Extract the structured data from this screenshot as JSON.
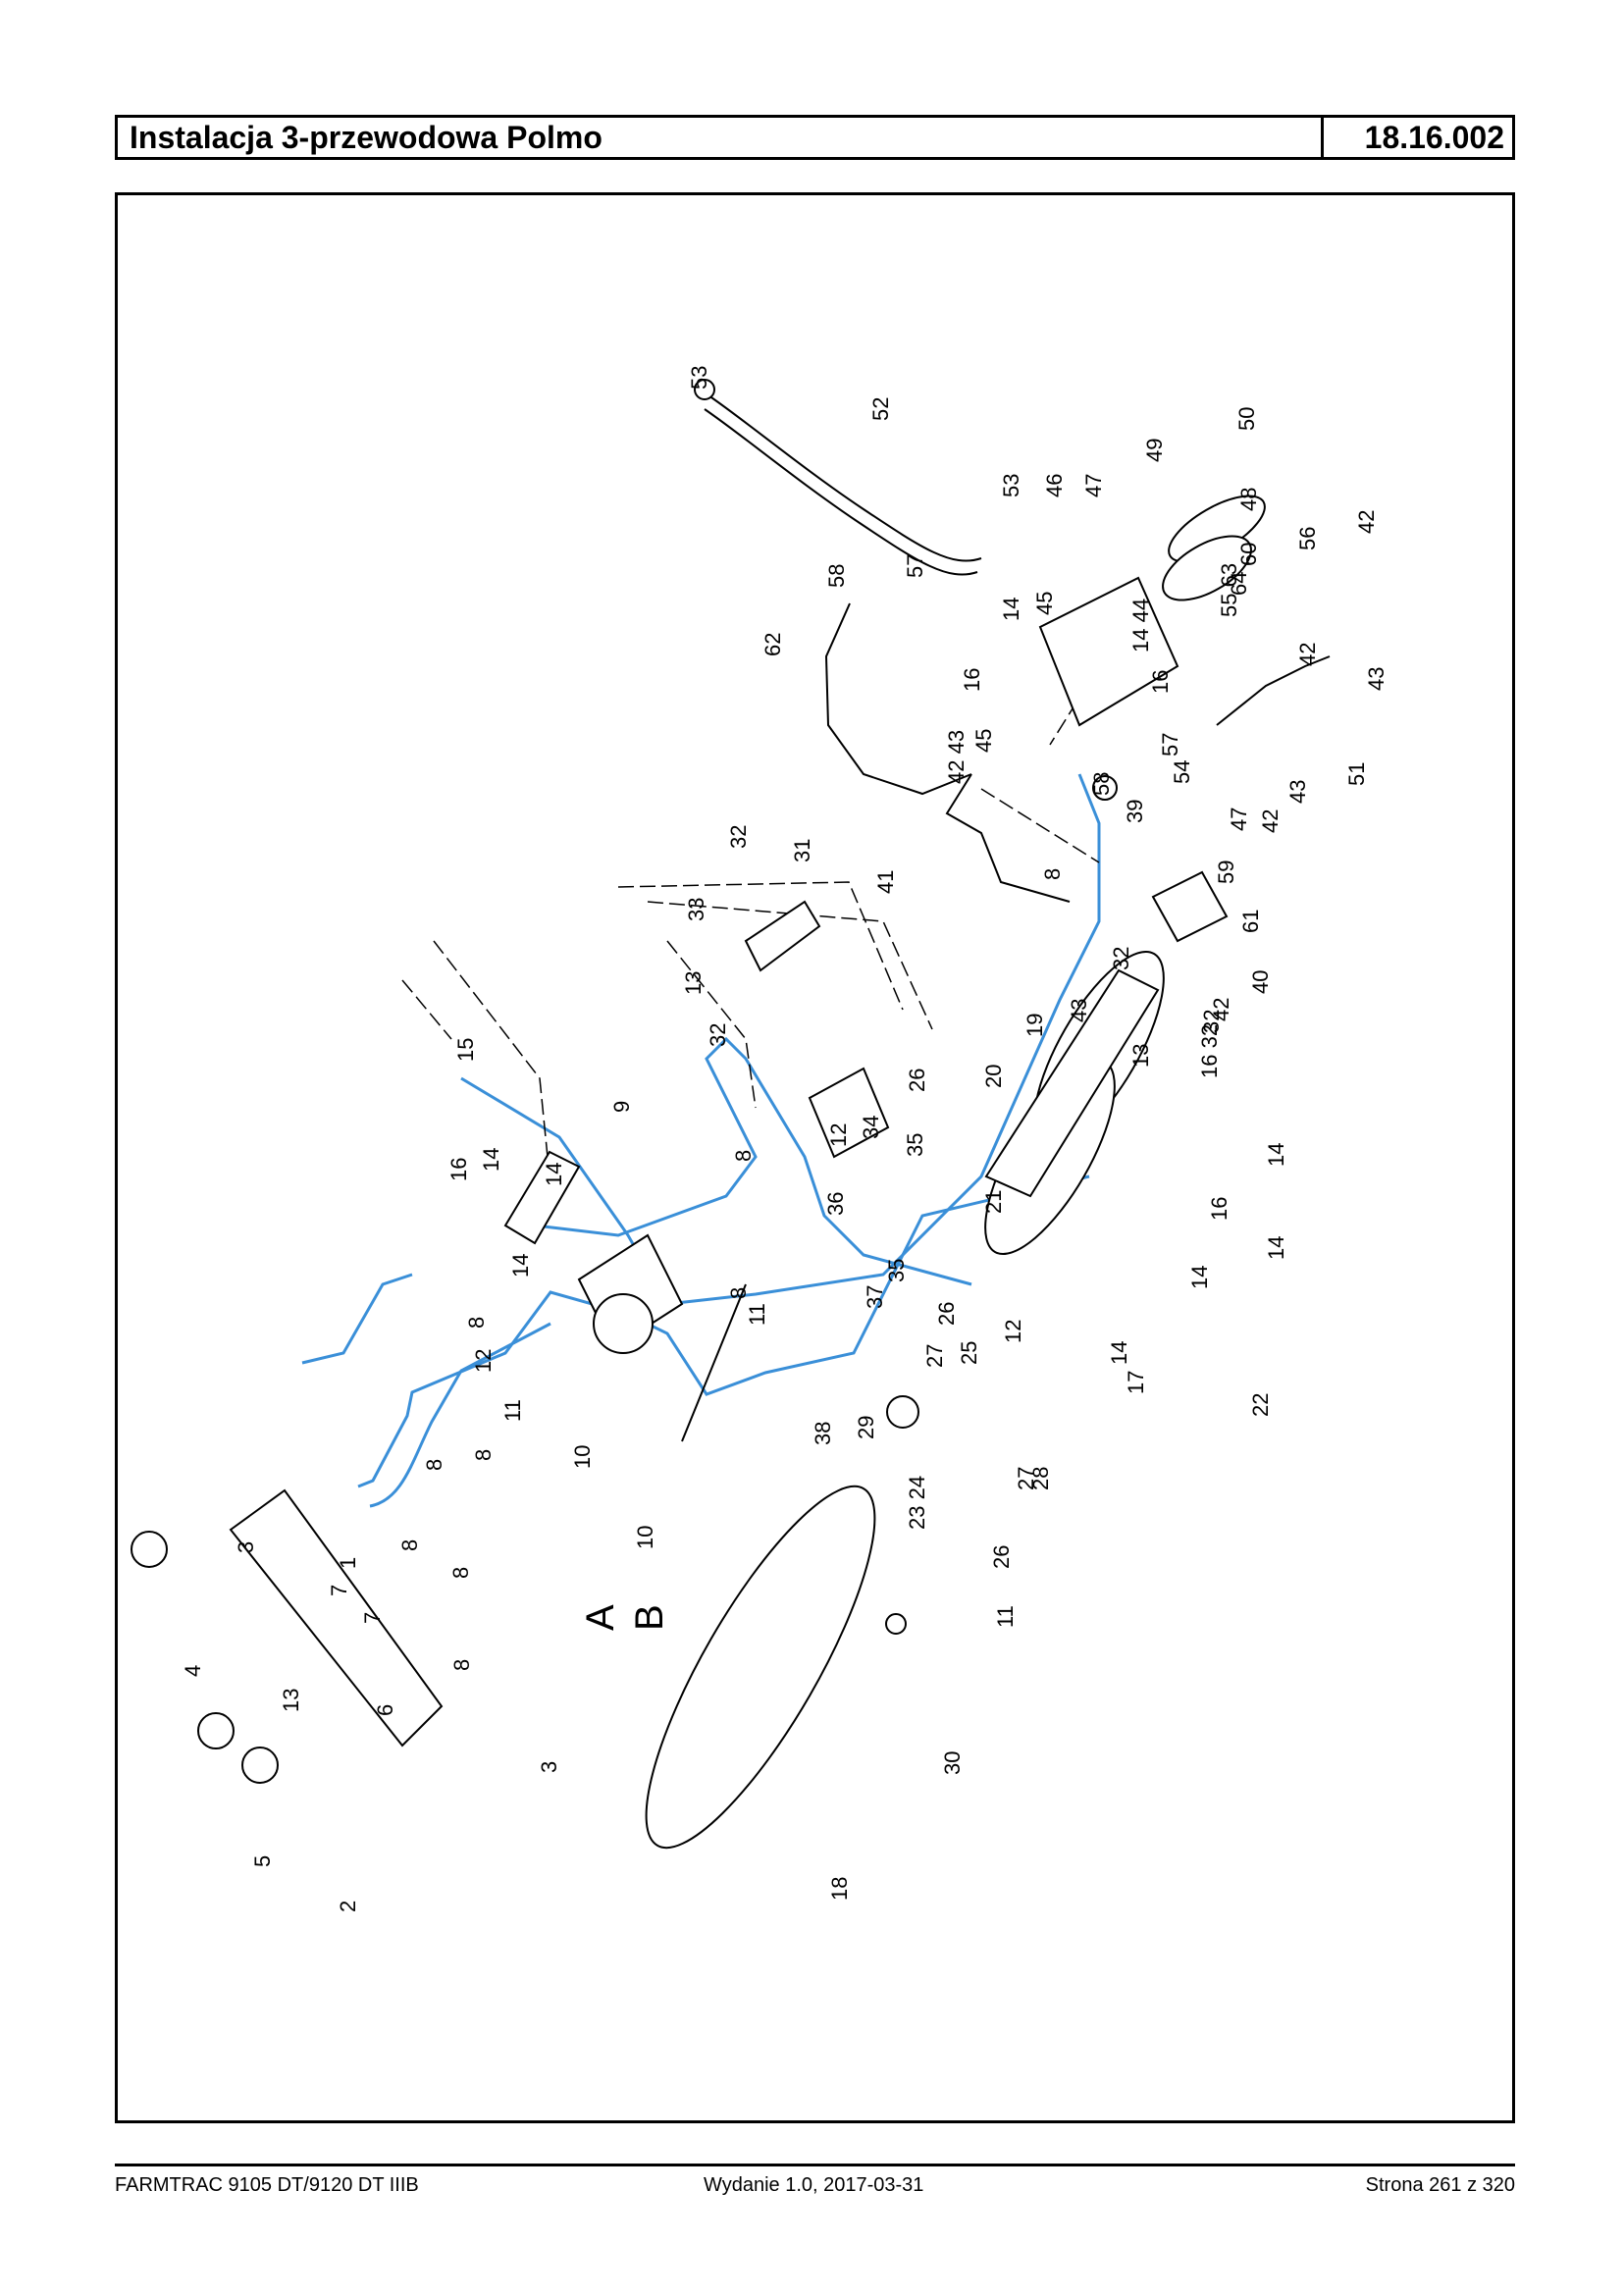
{
  "header": {
    "title": "Instalacja 3-przewodowa Polmo",
    "code": "18.16.002"
  },
  "footer": {
    "model": "FARMTRAC 9105 DT/9120 DT IIIB",
    "edition": "Wydanie 1.0,  2017-03-31",
    "page": "Strona 261 z 320"
  },
  "diagram": {
    "part_numbers": [
      "1",
      "2",
      "3",
      "4",
      "5",
      "6",
      "7",
      "8",
      "9",
      "10",
      "11",
      "12",
      "13",
      "14",
      "15",
      "16",
      "17",
      "18",
      "19",
      "20",
      "21",
      "22",
      "23",
      "24",
      "25",
      "26",
      "27",
      "28",
      "29",
      "30",
      "31",
      "32",
      "33",
      "34",
      "35",
      "36",
      "37",
      "38",
      "39",
      "40",
      "41",
      "42",
      "43",
      "44",
      "45",
      "46",
      "47",
      "48",
      "49",
      "50",
      "51",
      "52",
      "53",
      "54",
      "55",
      "56",
      "57",
      "58",
      "59",
      "60",
      "61",
      "62",
      "63",
      "64"
    ],
    "line_markers": {
      "a": "A",
      "b": "B"
    },
    "callouts": {
      "c53a": "53",
      "c52": "52",
      "c53b": "53",
      "c46": "46",
      "c47a": "47",
      "c49": "49",
      "c50": "50",
      "c48": "48",
      "c60": "60",
      "c64": "64",
      "c5563": "55 63",
      "c56": "56",
      "c42a": "42",
      "c42b": "42",
      "c43a": "43",
      "c58a": "58",
      "c57a": "57",
      "c62": "62",
      "c14a": "14",
      "c45a": "45",
      "c1444": "14 44",
      "c16a": "16",
      "c16b": "16",
      "c4243": "42 43",
      "c45b": "45",
      "c57b": "57",
      "c58b": "58",
      "c54": "54",
      "c47b": "47",
      "c42c": "42",
      "c43b": "43",
      "c51": "51",
      "c39": "39",
      "c8a": "8",
      "c59": "59",
      "c61": "61",
      "c41": "41",
      "c32a": "32",
      "c40": "40",
      "c42d": "42",
      "c43c": "43",
      "c32b": "32",
      "c1632": "16 32",
      "c13a": "13",
      "c33": "33",
      "c32c": "32",
      "c31": "31",
      "c13b": "13",
      "c32d": "32",
      "c19": "19",
      "c20": "20",
      "c21": "21",
      "c14b": "14",
      "c16c": "16",
      "c14c": "14",
      "c14d": "14",
      "c17": "17",
      "c14e": "14",
      "c22": "22",
      "c15": "15",
      "c14f": "14",
      "c9": "9",
      "c16d": "16",
      "c14g": "14",
      "c14h": "14",
      "c26a": "26",
      "c35a": "35",
      "c34": "34",
      "c36": "36",
      "c8b": "8",
      "c12a": "12",
      "c35b": "35",
      "c37": "37",
      "c8c": "8",
      "c11a": "11",
      "c26b": "26",
      "c8d": "8",
      "c12b": "12",
      "c11b": "11",
      "c8e": "8",
      "c10a": "10",
      "c10b": "10",
      "c8f": "8",
      "c8g": "8",
      "c38": "38",
      "c27a": "27",
      "c25": "25",
      "c12c": "12",
      "c29": "29",
      "c2324": "23 24",
      "c27b": "27",
      "c28": "28",
      "c26c": "26",
      "c11c": "11",
      "c8h": "8",
      "c1": "1",
      "c3a": "3",
      "c4": "4",
      "c7a": "7",
      "c7b": "7",
      "c13c": "13",
      "c6": "6",
      "c3b": "3",
      "c5": "5",
      "c2": "2",
      "c18": "18",
      "c30": "30",
      "c8i": "8"
    }
  }
}
